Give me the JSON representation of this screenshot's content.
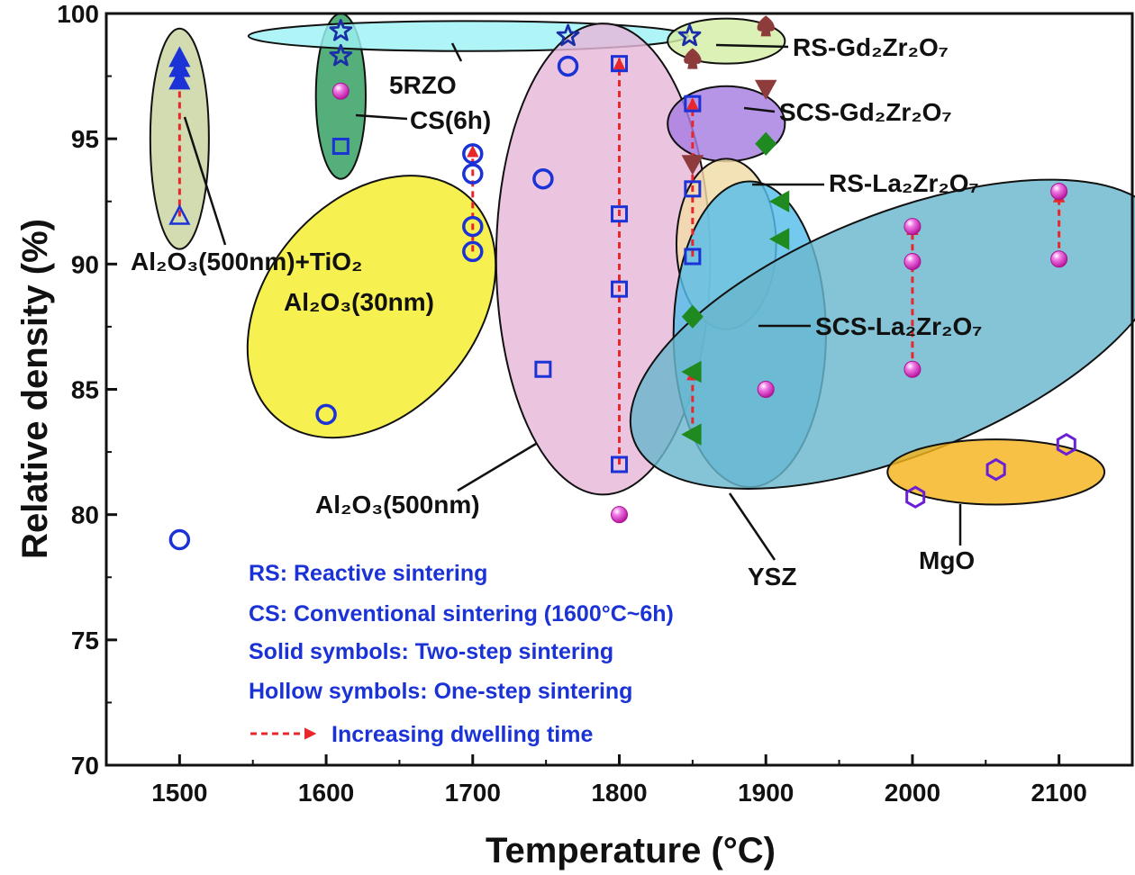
{
  "chart_data": {
    "type": "scatter",
    "xlabel": "Temperature (°C)",
    "ylabel": "Relative density (%)",
    "xlim": [
      1450,
      2150
    ],
    "ylim": [
      70,
      100
    ],
    "xticks": [
      1500,
      1600,
      1700,
      1800,
      1900,
      2000,
      2100
    ],
    "yticks": [
      70,
      75,
      80,
      85,
      90,
      95,
      100
    ],
    "grid": false,
    "groups": [
      {
        "label": "Al2O3(500nm)+TiO2",
        "color": "#c9d3a0",
        "ellipse": {
          "cx": 1500,
          "cy": 95,
          "rx": 20,
          "ry": 4.4,
          "angle": 0
        }
      },
      {
        "label": "CS(6h)",
        "color": "#2e9e5e",
        "ellipse": {
          "cx": 1610,
          "cy": 96.7,
          "rx": 17,
          "ry": 3.3,
          "angle": 0
        }
      },
      {
        "label": "5RZO",
        "color": "#9ef3f7",
        "ellipse": {
          "cx": 1697,
          "cy": 99.1,
          "rx": 150,
          "ry": 0.6,
          "angle": 0
        }
      },
      {
        "label": "Al2O3(30nm)",
        "color": "#f4ee2a",
        "ellipse": {
          "cx": 1631,
          "cy": 88.3,
          "rx": 100,
          "ry": 4.2,
          "angle": 50
        }
      },
      {
        "label": "Al2O3(500nm)",
        "color": "#e7b7d9",
        "ellipse": {
          "cx": 1789,
          "cy": 90.2,
          "rx": 73,
          "ry": 9.4,
          "angle": 0
        }
      },
      {
        "label": "RS-Gd2Zr2O7",
        "color": "#d4eea6",
        "ellipse": {
          "cx": 1873,
          "cy": 98.9,
          "rx": 40,
          "ry": 0.9,
          "angle": 0
        }
      },
      {
        "label": "SCS-Gd2Zr2O7",
        "color": "#a67de0",
        "ellipse": {
          "cx": 1873,
          "cy": 95.6,
          "rx": 40,
          "ry": 1.5,
          "angle": 0
        }
      },
      {
        "label": "RS-La2Zr2O7",
        "color": "#f1dca7",
        "ellipse": {
          "cx": 1873,
          "cy": 90.8,
          "rx": 34,
          "ry": 3.4,
          "angle": 0
        }
      },
      {
        "label": "SCS-La2Zr2O7",
        "color": "#56bdea",
        "ellipse": {
          "cx": 1889,
          "cy": 87.2,
          "rx": 52,
          "ry": 6.1,
          "angle": 0
        }
      },
      {
        "label": "YSZ",
        "color": "#6ab7cd",
        "ellipse": {
          "cx": 1991,
          "cy": 87.2,
          "rx": 195,
          "ry": 4.8,
          "angle": 22
        }
      },
      {
        "label": "MgO",
        "color": "#f4b31c",
        "ellipse": {
          "cx": 2057,
          "cy": 81.7,
          "rx": 74,
          "ry": 1.3,
          "angle": 0
        }
      }
    ],
    "series": [
      {
        "name": "Al2O3(500nm)+TiO2 two-step",
        "marker": "triangle-up",
        "fill": "#1a32d6",
        "stroke": "#1a32d6",
        "x": [
          1500,
          1500,
          1500
        ],
        "y": [
          98.2,
          97.8,
          97.3
        ]
      },
      {
        "name": "Al2O3(500nm)+TiO2 one-step",
        "marker": "triangle-up",
        "fill": "none",
        "stroke": "#1a32d6",
        "x": [
          1500
        ],
        "y": [
          91.9
        ]
      },
      {
        "name": "5RZO",
        "marker": "star",
        "fill": "none",
        "stroke": "#1a2ea8",
        "x": [
          1610,
          1610,
          1765,
          1848
        ],
        "y": [
          99.3,
          98.3,
          99.1,
          99.1
        ]
      },
      {
        "name": "CS(6h)",
        "marker": "sphere",
        "fill": "#e83fd6",
        "stroke": "#e83fd6",
        "x": [
          1610
        ],
        "y": [
          96.9
        ]
      },
      {
        "name": "Al2O3(500nm)",
        "marker": "square",
        "fill": "none",
        "stroke": "#1a32d6",
        "x": [
          1610,
          1748,
          1800,
          1800,
          1800,
          1800,
          1850,
          1850,
          1850
        ],
        "y": [
          94.7,
          85.8,
          98.0,
          92.0,
          89.0,
          82.0,
          96.4,
          93.0,
          90.3
        ]
      },
      {
        "name": "Al2O3(30nm)",
        "marker": "circle",
        "fill": "none",
        "stroke": "#1a32d6",
        "x": [
          1500,
          1600,
          1700,
          1700,
          1700,
          1700,
          1748,
          1765
        ],
        "y": [
          79.0,
          84.0,
          94.4,
          93.6,
          91.5,
          90.5,
          93.4,
          97.9
        ]
      },
      {
        "name": "RS-Gd2Zr2O7",
        "marker": "spade",
        "fill": "#8e3b3b",
        "stroke": "#8e3b3b",
        "x": [
          1850,
          1900
        ],
        "y": [
          98.2,
          99.5
        ]
      },
      {
        "name": "SCS-Gd2Zr2O7",
        "marker": "triangle-down",
        "fill": "#8e3b3b",
        "stroke": "#8e3b3b",
        "x": [
          1850,
          1900
        ],
        "y": [
          94.0,
          97.0
        ]
      },
      {
        "name": "RS-La2Zr2O7",
        "marker": "diamond",
        "fill": "#1f8a1f",
        "stroke": "#1f8a1f",
        "x": [
          1850,
          1900
        ],
        "y": [
          87.9,
          94.8
        ]
      },
      {
        "name": "SCS-La2Zr2O7",
        "marker": "triangle-left",
        "fill": "#1f8a1f",
        "stroke": "#1f8a1f",
        "x": [
          1850,
          1850,
          1910,
          1910
        ],
        "y": [
          85.7,
          83.2,
          92.5,
          91.0
        ]
      },
      {
        "name": "YSZ",
        "marker": "sphere",
        "fill": "#e83fd6",
        "stroke": "#e83fd6",
        "x": [
          1800,
          1900,
          2000,
          2000,
          2000,
          2100,
          2100
        ],
        "y": [
          80.0,
          85.0,
          91.5,
          90.1,
          85.8,
          92.9,
          90.2
        ]
      },
      {
        "name": "MgO",
        "marker": "hexagon",
        "fill": "none",
        "stroke": "#6a1fd6",
        "x": [
          2002,
          2057,
          2105
        ],
        "y": [
          80.7,
          81.8,
          82.8
        ]
      }
    ],
    "arrows": [
      {
        "x": 1500,
        "y_from": 91.9,
        "y_to": 98.3
      },
      {
        "x": 1700,
        "y_from": 90.5,
        "y_to": 94.7
      },
      {
        "x": 1800,
        "y_from": 82.0,
        "y_to": 98.2
      },
      {
        "x": 1850,
        "y_from": 90.3,
        "y_to": 96.6
      },
      {
        "x": 1850,
        "y_from": 83.2,
        "y_to": 85.8
      },
      {
        "x": 2000,
        "y_from": 85.8,
        "y_to": 91.6
      },
      {
        "x": 2100,
        "y_from": 90.2,
        "y_to": 92.9
      }
    ],
    "annotations": [
      {
        "text": "Al₂O₃(500nm)+TiO₂",
        "color": "#111111"
      },
      {
        "text": "Al₂O₃(30nm)",
        "color": "#111111"
      },
      {
        "text": "5RZO",
        "color": "#111111"
      },
      {
        "text": "CS(6h)",
        "color": "#e8262b"
      },
      {
        "text": "RS-Gd₂Zr₂O₇",
        "color": "#111111"
      },
      {
        "text": "SCS-Gd₂Zr₂O₇",
        "color": "#111111"
      },
      {
        "text": "RS-La₂Zr₂O₇",
        "color": "#111111"
      },
      {
        "text": "SCS-La₂Zr₂O₇",
        "color": "#111111"
      },
      {
        "text": "Al₂O₃(500nm)",
        "color": "#111111"
      },
      {
        "text": "YSZ",
        "color": "#111111"
      },
      {
        "text": "MgO",
        "color": "#111111"
      }
    ],
    "legend_text": [
      "RS: Reactive sintering",
      "CS: Conventional sintering (1600°C~6h)",
      "Solid symbols: Two-step sintering",
      "Hollow symbols: One-step sintering",
      "Increasing dwelling time"
    ],
    "colors": {
      "legend_text": "#1a32d6",
      "arrow": "#e8262b",
      "axis": "#111111"
    }
  }
}
